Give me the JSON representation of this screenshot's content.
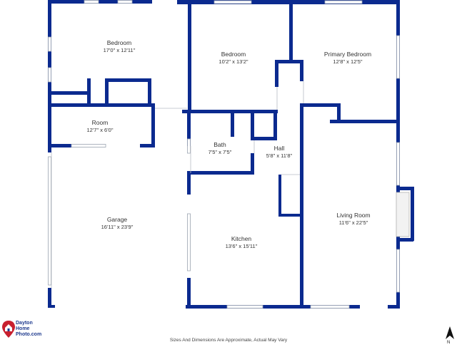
{
  "rooms": [
    {
      "name": "Bedroom",
      "dims": "17'0\" x 12'11\""
    },
    {
      "name": "Room",
      "dims": "12'7\" x 6'0\""
    },
    {
      "name": "Garage",
      "dims": "16'11\" x 23'9\""
    },
    {
      "name": "Bedroom",
      "dims": "10'2\" x 13'2\""
    },
    {
      "name": "Primary Bedroom",
      "dims": "12'8\" x 12'5\""
    },
    {
      "name": "Bath",
      "dims": "7'5\" x 7'5\""
    },
    {
      "name": "Hall",
      "dims": "5'8\" x 11'8\""
    },
    {
      "name": "Kitchen",
      "dims": "13'6\" x 15'11\""
    },
    {
      "name": "Living Room",
      "dims": "11'6\" x 22'5\""
    }
  ],
  "logo": {
    "line1": "Dayton",
    "line2": "Home",
    "line3": "Photo.com"
  },
  "disclaimer": "Sizes And Dimensions Are Approximate, Actual May Vary",
  "north_label": "N",
  "colors": {
    "wall": "#0b2a8f",
    "window": "#dfe3e8",
    "logo_red": "#c8202f",
    "logo_blue": "#1f3b8f"
  }
}
